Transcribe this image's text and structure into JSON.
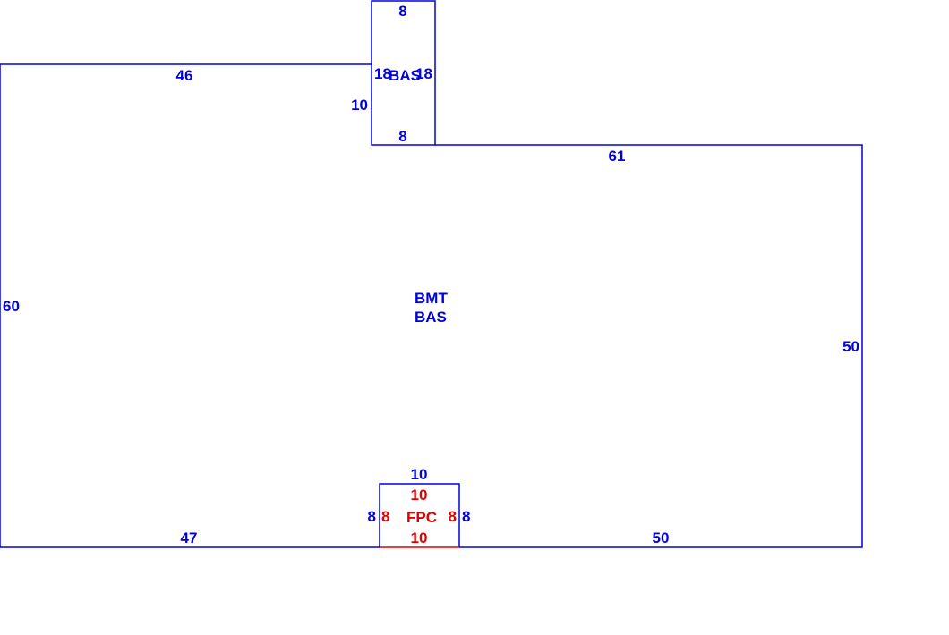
{
  "colors": {
    "primary": "#0000e0",
    "addition": "#e00000"
  },
  "main_area": {
    "label_line1": "BMT",
    "label_line2": "BAS",
    "dims": {
      "top_left": "46",
      "top_right": "61",
      "left": "60",
      "right": "50",
      "bottom_left": "47",
      "bottom_right": "50",
      "notch_left": "10"
    }
  },
  "small_area": {
    "label": "BAS",
    "dims": {
      "top": "8",
      "bottom": "8",
      "left": "18",
      "right": "18"
    }
  },
  "fpc_area": {
    "label": "FPC",
    "outer_dims": {
      "top": "10",
      "left": "8",
      "right": "8"
    },
    "inner_dims": {
      "top": "10",
      "bottom": "10",
      "left": "8",
      "right": "8"
    }
  }
}
